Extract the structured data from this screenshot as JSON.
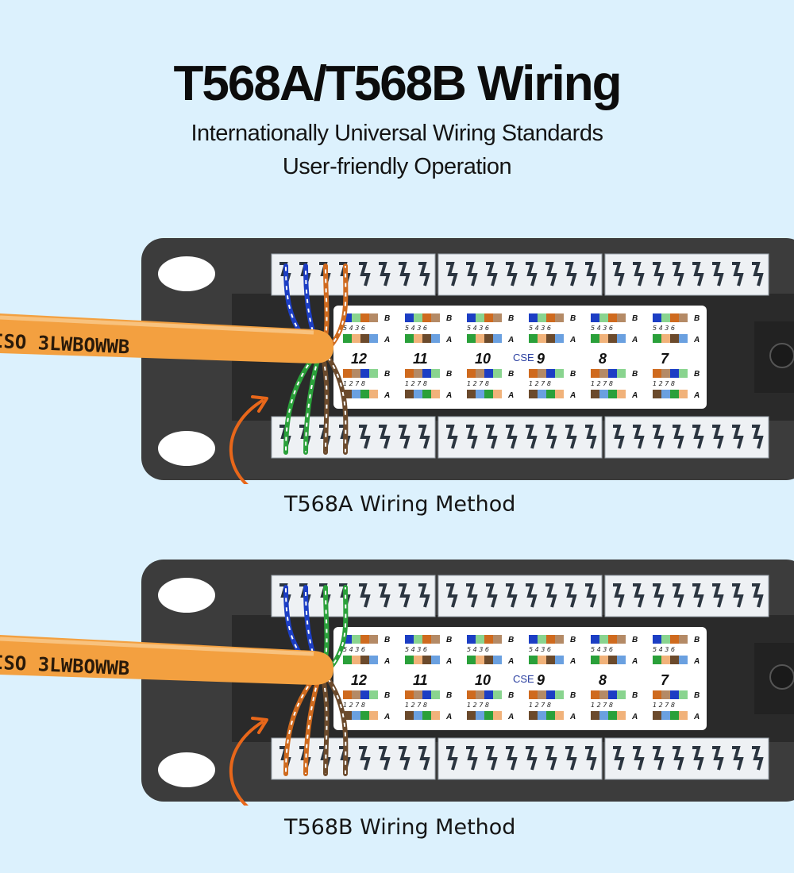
{
  "header": {
    "title": "T568A/T568B Wiring",
    "subtitle_line1": "Internationally Universal Wiring Standards",
    "subtitle_line2": "User-friendly Operation"
  },
  "panels": [
    {
      "caption": "T568A Wiring Method",
      "wires_top": [
        "#1c3ec4",
        "#1c3ec4",
        "#cf6a1e",
        "#cf6a1e"
      ],
      "wires_bottom": [
        "#2aa03a",
        "#2aa03a",
        "#6b4a2c",
        "#6b4a2c"
      ]
    },
    {
      "caption": "T568B Wiring Method",
      "wires_top": [
        "#1c3ec4",
        "#1c3ec4",
        "#2aa03a",
        "#2aa03a"
      ],
      "wires_bottom": [
        "#cf6a1e",
        "#cf6a1e",
        "#6b4a2c",
        "#6b4a2c"
      ]
    }
  ],
  "label_card": {
    "port_numbers": [
      "12",
      "11",
      "10",
      "9",
      "8",
      "7"
    ],
    "brand": "CSE",
    "top_pins": "5 4 3 6",
    "bottom_pins": "1 2 7 8",
    "row_b": "B",
    "row_a": "A"
  },
  "cable": {
    "color": "#f3a040",
    "print_text": "ISO 3LWBOWWB"
  },
  "colors": {
    "background": "#dcf1fd",
    "panel": "#3c3c3c",
    "arrow": "#e8671a"
  }
}
